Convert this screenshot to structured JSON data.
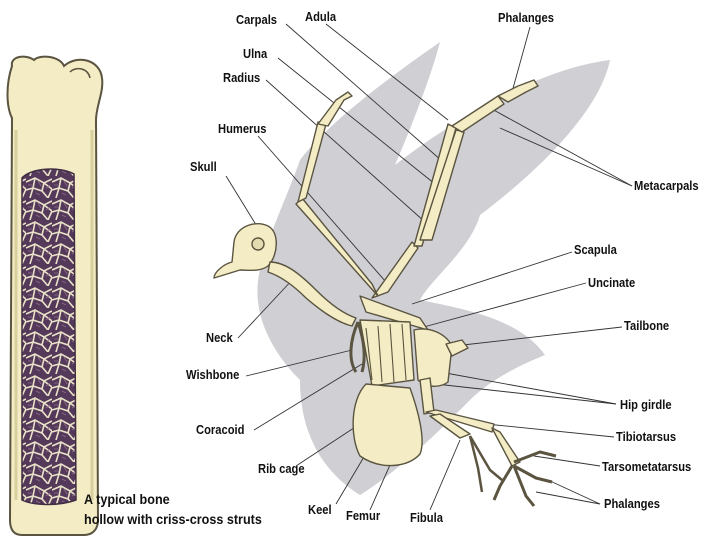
{
  "diagram": {
    "labels": {
      "carpals": "Carpals",
      "adula": "Adula",
      "phalanges_wing": "Phalanges",
      "ulna": "Ulna",
      "radius": "Radius",
      "humerus": "Humerus",
      "skull": "Skull",
      "metacarpals": "Metacarpals",
      "scapula": "Scapula",
      "uncinate": "Uncinate",
      "tailbone": "Tailbone",
      "neck": "Neck",
      "wishbone": "Wishbone",
      "hip_girdle": "Hip girdle",
      "coracoid": "Coracoid",
      "tibiotarsus": "Tibiotarsus",
      "tarsometatarsus": "Tarsometatarsus",
      "rib_cage": "Rib cage",
      "phalanges_foot": "Phalanges",
      "keel": "Keel",
      "femur": "Femur",
      "fibula": "Fibula"
    },
    "caption": {
      "line1": "A typical bone",
      "line2": "hollow with criss-cross struts"
    },
    "colors": {
      "bone": "#f3ecc4",
      "bone_outline": "#5a5440",
      "marrow": "#5a3f5c",
      "silhouette": "#cfcfd4",
      "leader": "#333333"
    }
  }
}
